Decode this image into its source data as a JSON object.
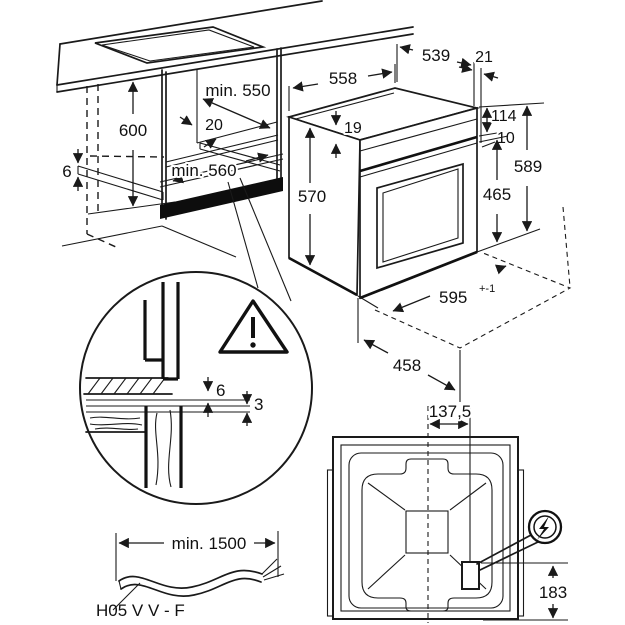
{
  "colors": {
    "line": "#1a1a1a",
    "background": "#ffffff",
    "plinth_strip": "#0d0d0d"
  },
  "cabinet_view": {
    "height": "600",
    "front_gap": "6",
    "min_depth": "min. 550",
    "rail_inset": "20",
    "min_width": "min. 560"
  },
  "oven_view": {
    "top_width": "558",
    "body_depth": "539",
    "door_depth": "21",
    "top_frame": "19",
    "body_height": "570",
    "control_panel_height": "114",
    "panel_gap": "10",
    "door_height": "465",
    "front_height": "589",
    "front_width": "595",
    "front_width_tolerance": "+-1",
    "base_depth": "458"
  },
  "detail_view": {
    "top_gap": "6",
    "bottom_gap": "3",
    "warning_icon": "exclamation-warning-triangle"
  },
  "cable_view": {
    "min_length": "min. 1500",
    "cable_type": "H05 V V - F"
  },
  "rear_view": {
    "connection_offset": "137,5",
    "connection_height": "183",
    "electric_icon": "lightning-bolt-circle"
  }
}
